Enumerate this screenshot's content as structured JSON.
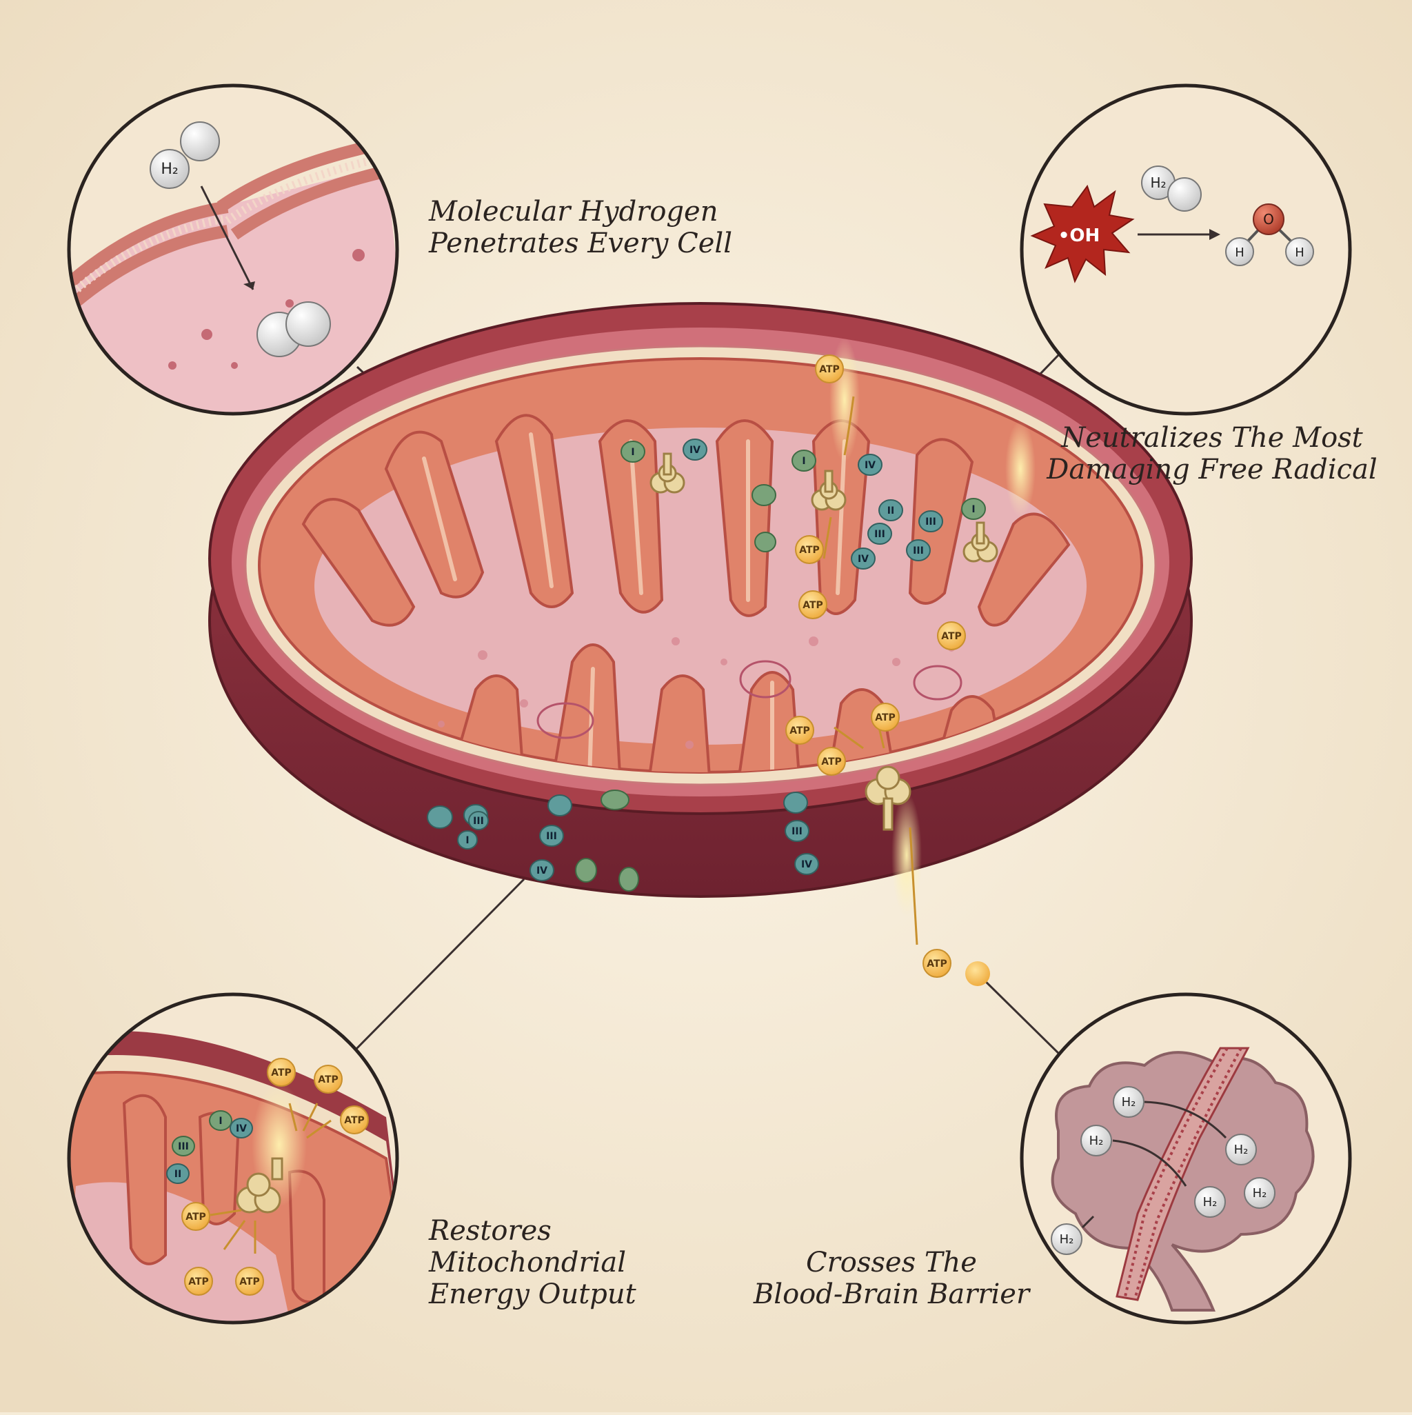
{
  "captions": {
    "penetrates": [
      "Molecular Hydrogen",
      "Penetrates Every Cell"
    ],
    "neutralizes": [
      "Neutralizes The Most",
      "Damaging Free Radical"
    ],
    "restores": [
      "Restores",
      "Mitochondrial",
      "Energy Output"
    ],
    "crosses": [
      "Crosses The",
      "Blood-Brain Barrier"
    ]
  },
  "labels": {
    "h2": "H₂",
    "hydroxyl": "•OH",
    "oxygen": "O",
    "hydrogen": "H",
    "atp": "ATP",
    "complex_i": "I",
    "complex_ii": "II",
    "complex_iii": "III",
    "complex_iv": "IV"
  },
  "colors": {
    "background": "#f6ecd8",
    "outer_membrane": "#8a2f3a",
    "cristae": "#e0836a",
    "matrix": "#e7b3b7",
    "complex_green": "#7aa37a",
    "complex_teal": "#5f9c9c",
    "atp": "#f2b441",
    "radical": "#b3261e",
    "oxygen": "#c0533f"
  },
  "icons": [
    "h2-molecule-icon",
    "atp-icon",
    "atp-synthase-icon",
    "hydroxyl-radical-icon",
    "water-molecule-icon",
    "brain-icon",
    "blood-vessel-icon"
  ]
}
